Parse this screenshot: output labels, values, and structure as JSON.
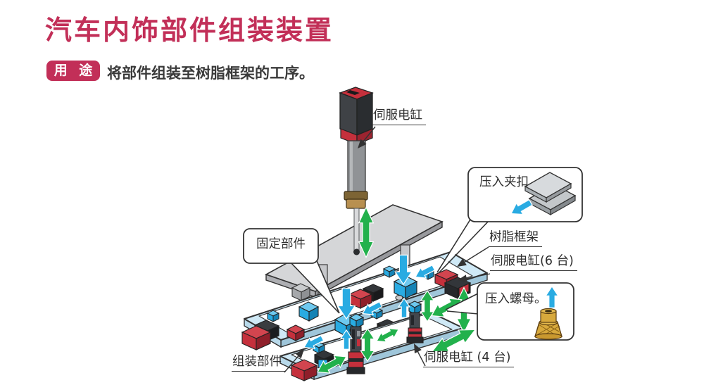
{
  "header": {
    "title": "汽车内饰部件组装装置",
    "badge": "用 途",
    "purpose": "将部件组装至树脂框架的工序。"
  },
  "diagram": {
    "callouts": {
      "clip": "压入夹扣",
      "nut": "压入螺母。",
      "fixed": "固定部件"
    },
    "labels": {
      "servo_top": "伺服电缸",
      "resin_frame": "树脂框架",
      "servo_six": "伺服电缸(6 台)",
      "assembly_part": "组装部件",
      "servo_four": "伺服电缸 (4 台)"
    },
    "colors": {
      "accent_crimson": "#c22f58",
      "arrow_blue": "#29abe2",
      "arrow_green": "#22b14c",
      "frame_blue": "#cfe9f6",
      "unit_red": "#c5303c",
      "plate_gray": "#d5d6d8",
      "brass": "#d8a93c"
    },
    "icons": {
      "clip": "clip-icon",
      "nut": "nut-icon",
      "servo": "servo-cylinder-icon"
    }
  }
}
